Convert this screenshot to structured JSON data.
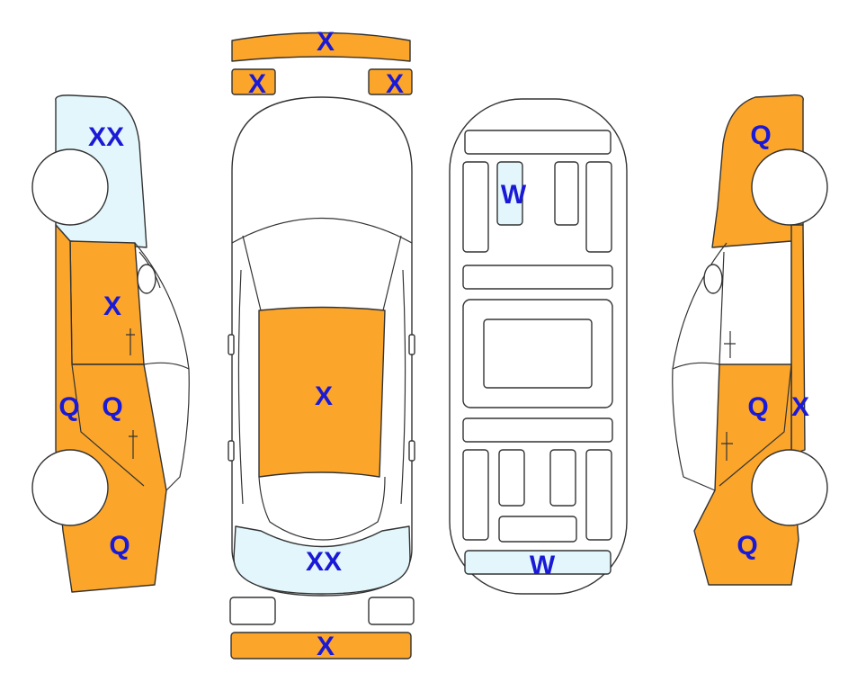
{
  "colors": {
    "damage_fill": "#FBA52A",
    "light_fill": "#E2F6FB",
    "outline": "#333333",
    "label": "#1A1AD6"
  },
  "labels": {
    "front_bumper": "X",
    "front_left_lamp": "X",
    "front_right_lamp": "X",
    "left_fender": "XX",
    "left_front_door": "X",
    "left_sill": "Q",
    "left_rear_door": "Q",
    "left_quarter": "Q",
    "roof": "X",
    "rear_panel": "XX",
    "rear_bumper": "X",
    "floor_side_member": "W",
    "floor_rear": "W",
    "right_fender": "Q",
    "right_front_door": "Q",
    "right_sill": "X",
    "right_quarter": "Q"
  }
}
